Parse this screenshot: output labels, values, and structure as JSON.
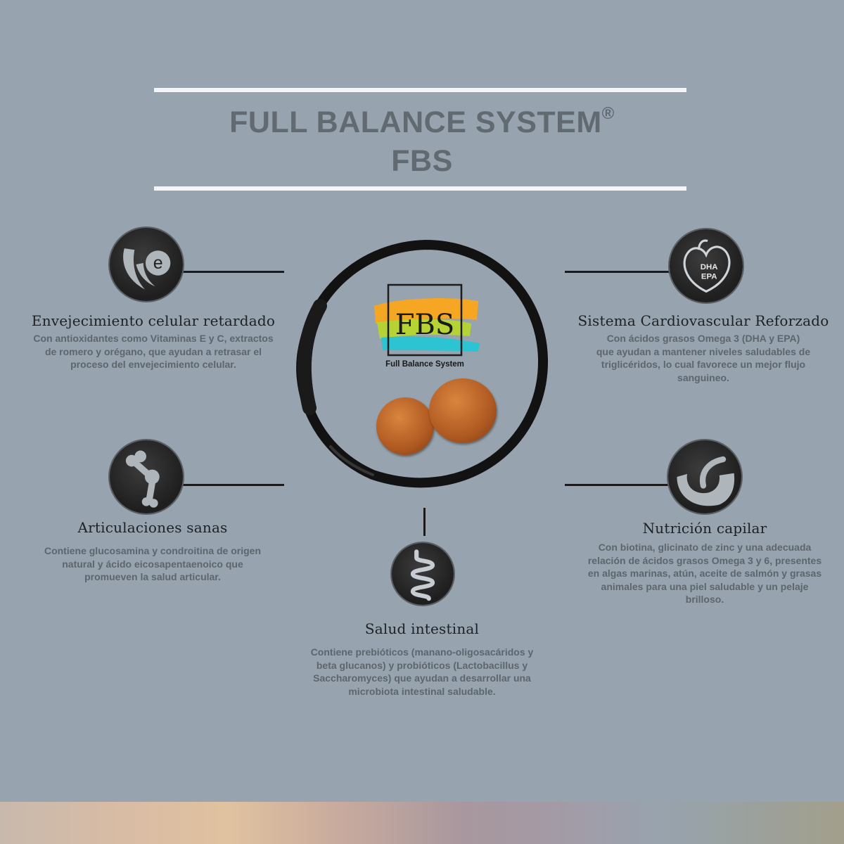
{
  "header": {
    "title_line1": "FULL BALANCE SYSTEM",
    "registered_mark": "®",
    "title_line2": "FBS"
  },
  "logo": {
    "mark": "FBS",
    "caption": "Full Balance System",
    "colors": [
      "#f5a623",
      "#b5d334",
      "#2cc3d3"
    ]
  },
  "features": {
    "aging": {
      "icon": "vitamin-e-leaf-icon",
      "title": "Envejecimiento celular retardado",
      "body": [
        "Con antioxidantes como Vitaminas E y C, extractos",
        "de romero y orégano, que ayudan a retrasar el",
        "proceso del envejecimiento celular."
      ]
    },
    "cardio": {
      "icon": "heart-icon",
      "icon_text": [
        "DHA",
        "EPA"
      ],
      "title": "Sistema Cardiovascular Reforzado",
      "body": [
        "Con ácidos grasos Omega 3 (DHA y EPA)",
        "que ayudan a mantener niveles saludables de",
        "triglicéridos, lo cual favorece un mejor flujo",
        "sanguineo."
      ]
    },
    "joints": {
      "icon": "bone-joint-icon",
      "title": "Articulaciones sanas",
      "body": [
        "Contiene glucosamina y condroitina de origen",
        "natural y ácido eicosapentaenoico que",
        "promueven la salud articular."
      ]
    },
    "hair": {
      "icon": "hair-follicle-icon",
      "title": "Nutrición capilar",
      "body": [
        "Con biotina, glicinato de zinc y una adecuada",
        "relación de ácidos grasos Omega 3 y 6, presentes",
        "en algas marinas, atún, aceite de salmón y grasas",
        "animales para una piel saludable y un pelaje",
        "brilloso."
      ]
    },
    "gut": {
      "icon": "intestine-icon",
      "title": "Salud intestinal",
      "body": [
        "Contiene prebióticos (manano-oligosacáridos y",
        "beta glucanos) y probióticos (Lactobacillus y",
        "Saccharomyces) que ayudan a desarrollar una",
        "microbiota intestinal saludable."
      ]
    }
  }
}
